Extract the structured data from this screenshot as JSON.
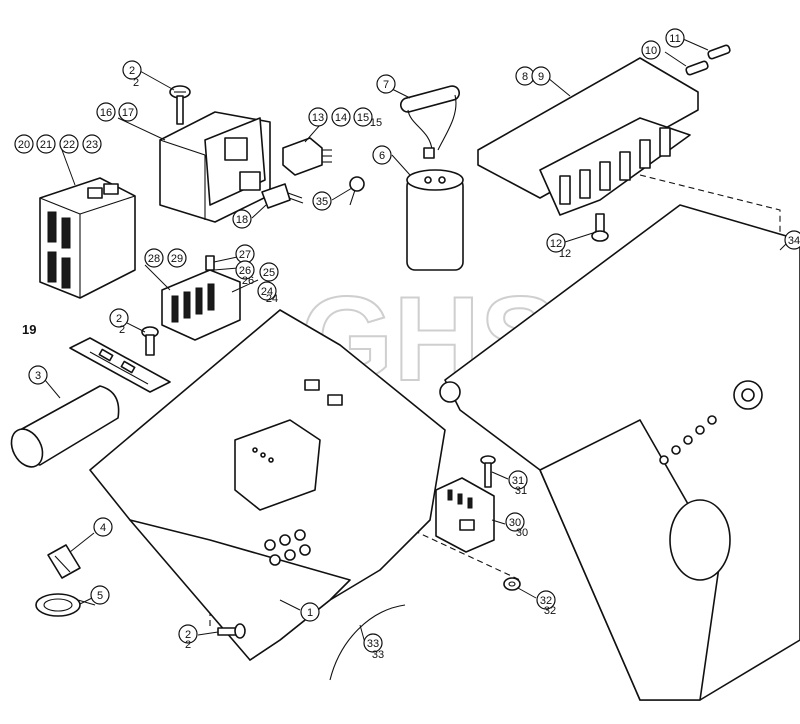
{
  "watermark": "GHS",
  "callouts": [
    {
      "id": "c2a",
      "label": "2"
    },
    {
      "id": "c16",
      "label": "16"
    },
    {
      "id": "c17",
      "label": "17"
    },
    {
      "id": "c13",
      "label": "13"
    },
    {
      "id": "c14",
      "label": "14"
    },
    {
      "id": "c15",
      "label": "15"
    },
    {
      "id": "c20",
      "label": "20"
    },
    {
      "id": "c21",
      "label": "21"
    },
    {
      "id": "c22",
      "label": "22"
    },
    {
      "id": "c23",
      "label": "23"
    },
    {
      "id": "c7",
      "label": "7"
    },
    {
      "id": "c6",
      "label": "6"
    },
    {
      "id": "c8",
      "label": "8"
    },
    {
      "id": "c9",
      "label": "9"
    },
    {
      "id": "c11",
      "label": "11"
    },
    {
      "id": "c10",
      "label": "10"
    },
    {
      "id": "c35",
      "label": "35"
    },
    {
      "id": "c18",
      "label": "18"
    },
    {
      "id": "c12",
      "label": "12"
    },
    {
      "id": "c34",
      "label": "34"
    },
    {
      "id": "c28",
      "label": "28"
    },
    {
      "id": "c29",
      "label": "29"
    },
    {
      "id": "c27",
      "label": "27"
    },
    {
      "id": "c26",
      "label": "26"
    },
    {
      "id": "c25",
      "label": "25"
    },
    {
      "id": "c24",
      "label": "24"
    },
    {
      "id": "c2b",
      "label": "2"
    },
    {
      "id": "c3",
      "label": "3"
    },
    {
      "id": "c4",
      "label": "4"
    },
    {
      "id": "c5",
      "label": "5"
    },
    {
      "id": "c31",
      "label": "31"
    },
    {
      "id": "c30",
      "label": "30"
    },
    {
      "id": "c32",
      "label": "32"
    },
    {
      "id": "c1",
      "label": "1"
    },
    {
      "id": "c2c",
      "label": "2"
    },
    {
      "id": "c33",
      "label": "33"
    }
  ],
  "labels": [
    {
      "id": "l19",
      "text": "19"
    }
  ]
}
